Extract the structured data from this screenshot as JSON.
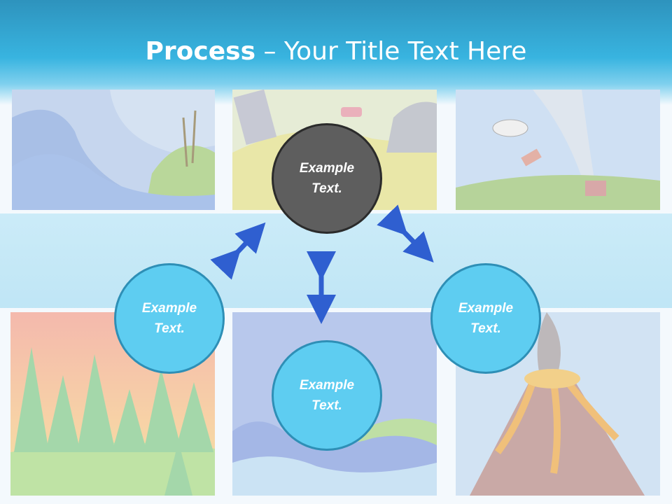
{
  "title": {
    "bold": "Process",
    "rest": " – Your Title Text Here"
  },
  "nodes": {
    "top": "Example Text.",
    "left": "Example Text.",
    "bottom": "Example Text.",
    "right": "Example Text."
  },
  "colors": {
    "header": "#38b4e0",
    "center_circle": "#5e5e5e",
    "outer_circle": "#5ecdf1",
    "arrow": "#2f5fd0"
  }
}
